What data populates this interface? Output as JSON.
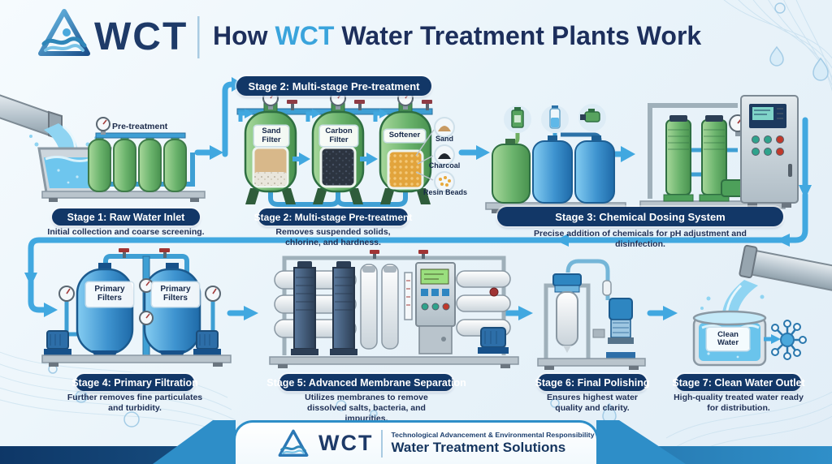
{
  "header": {
    "brand": "WCT",
    "title_prefix": "How",
    "title_brand": "WCT",
    "title_suffix": "Water Treatment Plants Work"
  },
  "top_banner": "Stage 2: Multi-stage Pre-treatment",
  "labels": {
    "pretreatment": "Pre-treatment",
    "sand_filter": "Sand Filter",
    "carbon_filter": "Carbon Filter",
    "softener": "Softener",
    "sand": "Sand",
    "charcoal": "Charcoal",
    "resin_beads": "Resin Beads",
    "primary_filters": "Primary Filters",
    "clean_water": "Clean Water"
  },
  "stages": [
    {
      "title": "Stage 1: Raw Water Inlet",
      "caption": "Initial collection and coarse screening."
    },
    {
      "title": "Stage 2: Multi-stage Pre-treatment",
      "caption": "Removes suspended solids, chlorine, and hardness."
    },
    {
      "title": "Stage 3: Chemical Dosing System",
      "caption": "Precise addition of chemicals for pH adjustment and disinfection."
    },
    {
      "title": "Stage 4: Primary Filtration",
      "caption": "Further removes fine particulates and turbidity."
    },
    {
      "title": "Stage 5: Advanced Membrane Separation",
      "caption": "Utilizes membranes to remove dissolved salts, bacteria, and impurities."
    },
    {
      "title": "Stage 6: Final Polishing",
      "caption": "Ensures highest water quality and clarity."
    },
    {
      "title": "Stage 7: Clean Water Outlet",
      "caption": "High-quality treated water ready for distribution."
    }
  ],
  "footer": {
    "brand": "WCT",
    "tagline": "Technological Advancement & Environmental Responsibility",
    "solutions": "Water Treatment Solutions"
  },
  "colors": {
    "navy_pill": "#123767",
    "title_navy": "#1d2f5c",
    "brand_blue": "#3aa4dc",
    "arrow_blue": "#41a8e0",
    "tank_green": "#55a25e",
    "tank_blue": "#2173b4",
    "sand_fill": "#d8b88a",
    "charcoal_fill": "#2c3440",
    "resin_fill": "#e2a43c",
    "footer_band_dark": "#0e3767",
    "footer_band_light": "#2f8fc9"
  },
  "icons": {
    "logo": "wct-triangle-wave-logo",
    "gauge": "pressure-gauge-icon",
    "valve": "red-valve-icon",
    "chemical_bottle": "chemical-bottle-icon",
    "water_bottle": "water-bottle-icon",
    "dosing_pump": "dosing-pump-icon",
    "network": "distribution-network-icon",
    "droplet": "water-droplet-decoration"
  }
}
